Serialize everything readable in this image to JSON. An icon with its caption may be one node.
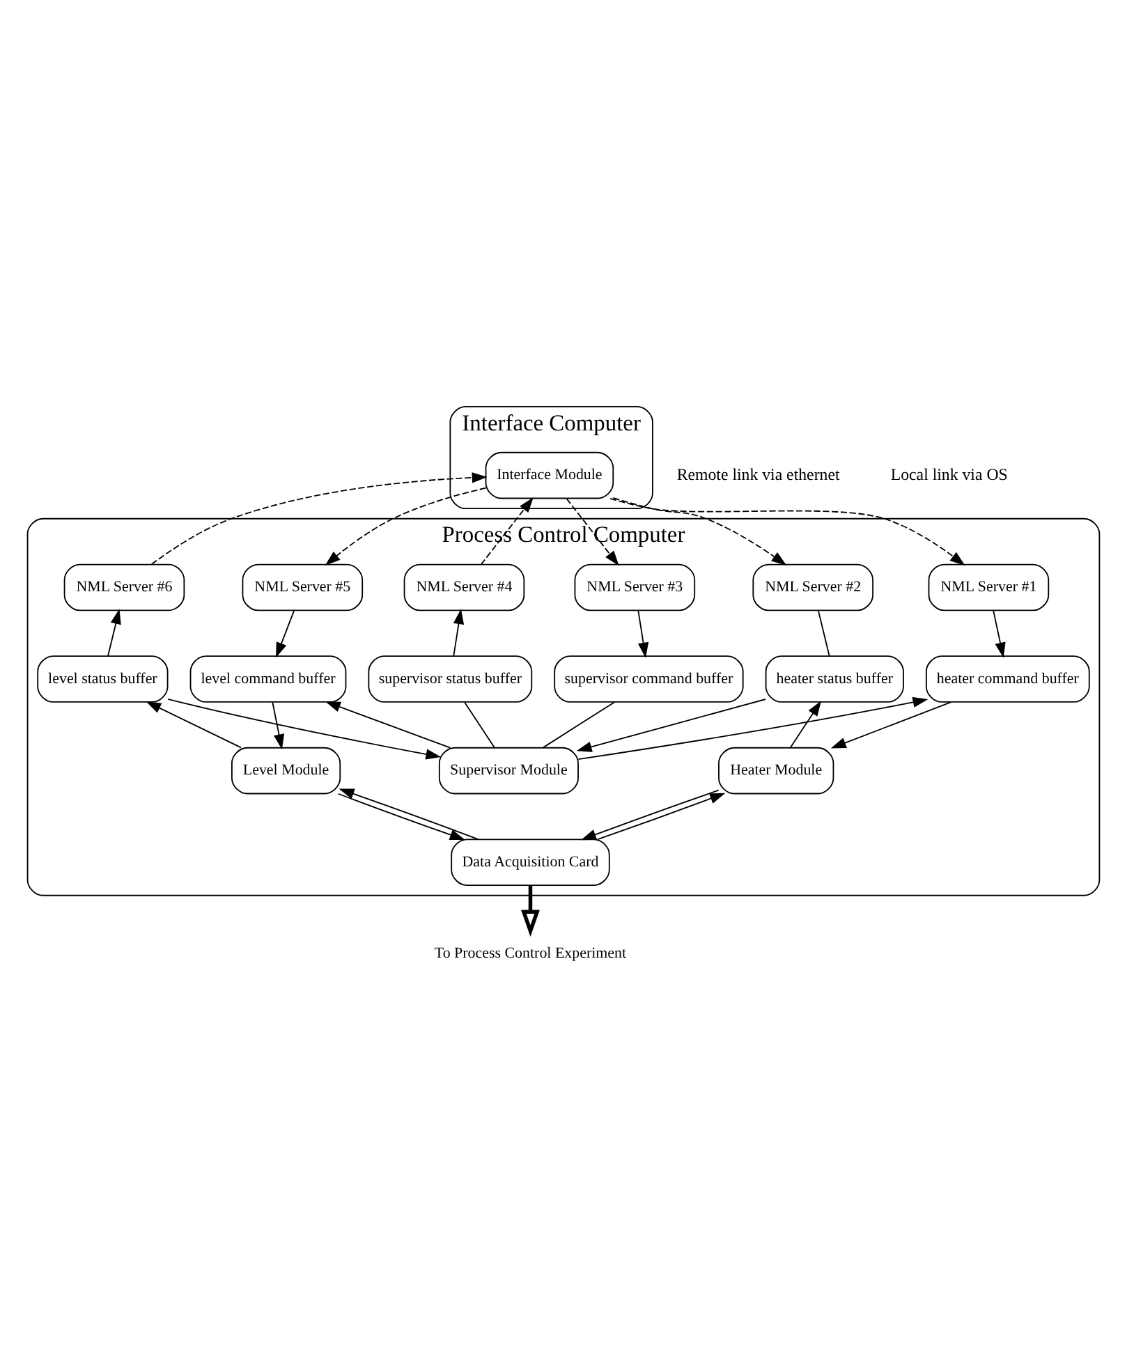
{
  "diagram": {
    "nodes": [
      {
        "text": [
          "Interface Computer"
        ]
      },
      {
        "text": [
          "Interface Module"
        ],
        "in": 0
      },
      {
        "text": [
          "Process Control Computer"
        ]
      },
      {
        "text": [
          "NML Server #1"
        ],
        "in": 2
      },
      {
        "text": [
          "NML Server #2"
        ],
        "in": 2
      },
      {
        "text": [
          "NML Server #3"
        ],
        "in": 2
      },
      {
        "text": [
          "NML Server #4"
        ],
        "in": 2
      },
      {
        "text": [
          "NML Server #5"
        ],
        "in": 2
      },
      {
        "text": [
          "NML Server #6"
        ],
        "in": 2
      },
      {
        "text": [
          "supervisor command buffer"
        ],
        "in": 2
      },
      {
        "text": [
          "supervisor status buffer"
        ],
        "in": 2
      },
      {
        "text": [
          "Supervisor Module"
        ],
        "in": 2
      },
      {
        "text": [
          "heater command buffer"
        ],
        "in": 2
      },
      {
        "text": [
          "heater status buffer"
        ],
        "in": 2
      },
      {
        "text": [
          "level command buffer"
        ],
        "in": 2
      },
      {
        "text": [
          "level status buffer"
        ],
        "in": 2
      },
      {
        "text": [
          "Heater Module"
        ],
        "in": 2
      },
      {
        "text": [
          "Level Module"
        ],
        "in": 2
      },
      {
        "text": [
          "Data Acquisition Card"
        ],
        "in": 2
      },
      {
        "text": [
          "To Process Control Experiment"
        ]
      }
    ],
    "edges": [
      {
        "from": 1,
        "to": 3,
        "arrow": "to",
        "style": "dashed"
      },
      {
        "from": 1,
        "to": 4,
        "arrow": "to",
        "style": "dashed"
      },
      {
        "from": 1,
        "to": 5,
        "arrow": "to",
        "style": "dashed"
      },
      {
        "from": 6,
        "to": 1,
        "arrow": "to",
        "style": "dashed"
      },
      {
        "from": 1,
        "to": 7,
        "arrow": "to",
        "style": "dashed"
      },
      {
        "from": 8,
        "to": 1,
        "arrow": "to",
        "style": "dashed"
      },
      {
        "from": 5,
        "to": 9,
        "arrow": "to"
      },
      {
        "from": 10,
        "to": 6,
        "arrow": "to"
      },
      {
        "from": 9,
        "to": 11,
        "arrow": "none"
      },
      {
        "from": 10,
        "to": 11,
        "arrow": "none"
      },
      {
        "from": 3,
        "to": 12,
        "arrow": "to"
      },
      {
        "from": 4,
        "to": 13,
        "arrow": "none"
      },
      {
        "from": 7,
        "to": 14,
        "arrow": "to"
      },
      {
        "from": 15,
        "to": 8,
        "arrow": "to"
      },
      {
        "from": 11,
        "to": 12,
        "arrow": "to"
      },
      {
        "from": 13,
        "to": 11,
        "arrow": "to"
      },
      {
        "from": 11,
        "to": 14,
        "arrow": "to"
      },
      {
        "from": 15,
        "to": 11,
        "arrow": "to"
      },
      {
        "from": 12,
        "to": 16,
        "arrow": "to"
      },
      {
        "from": 16,
        "to": 13,
        "arrow": "to"
      },
      {
        "from": 14,
        "to": 17,
        "arrow": "to"
      },
      {
        "from": 17,
        "to": 15,
        "arrow": "to"
      },
      {
        "from": 16,
        "to": 18,
        "arrow": "to"
      },
      {
        "from": 18,
        "to": 16,
        "arrow": "to"
      },
      {
        "from": 17,
        "to": 18,
        "arrow": "to"
      },
      {
        "from": 18,
        "to": 17,
        "arrow": "to"
      },
      {
        "from": 18,
        "to": 19,
        "arrow": "to",
        "style": "thick"
      }
    ],
    "labels": [
      "Remote link via ethernet",
      "Local link via OS"
    ]
  }
}
